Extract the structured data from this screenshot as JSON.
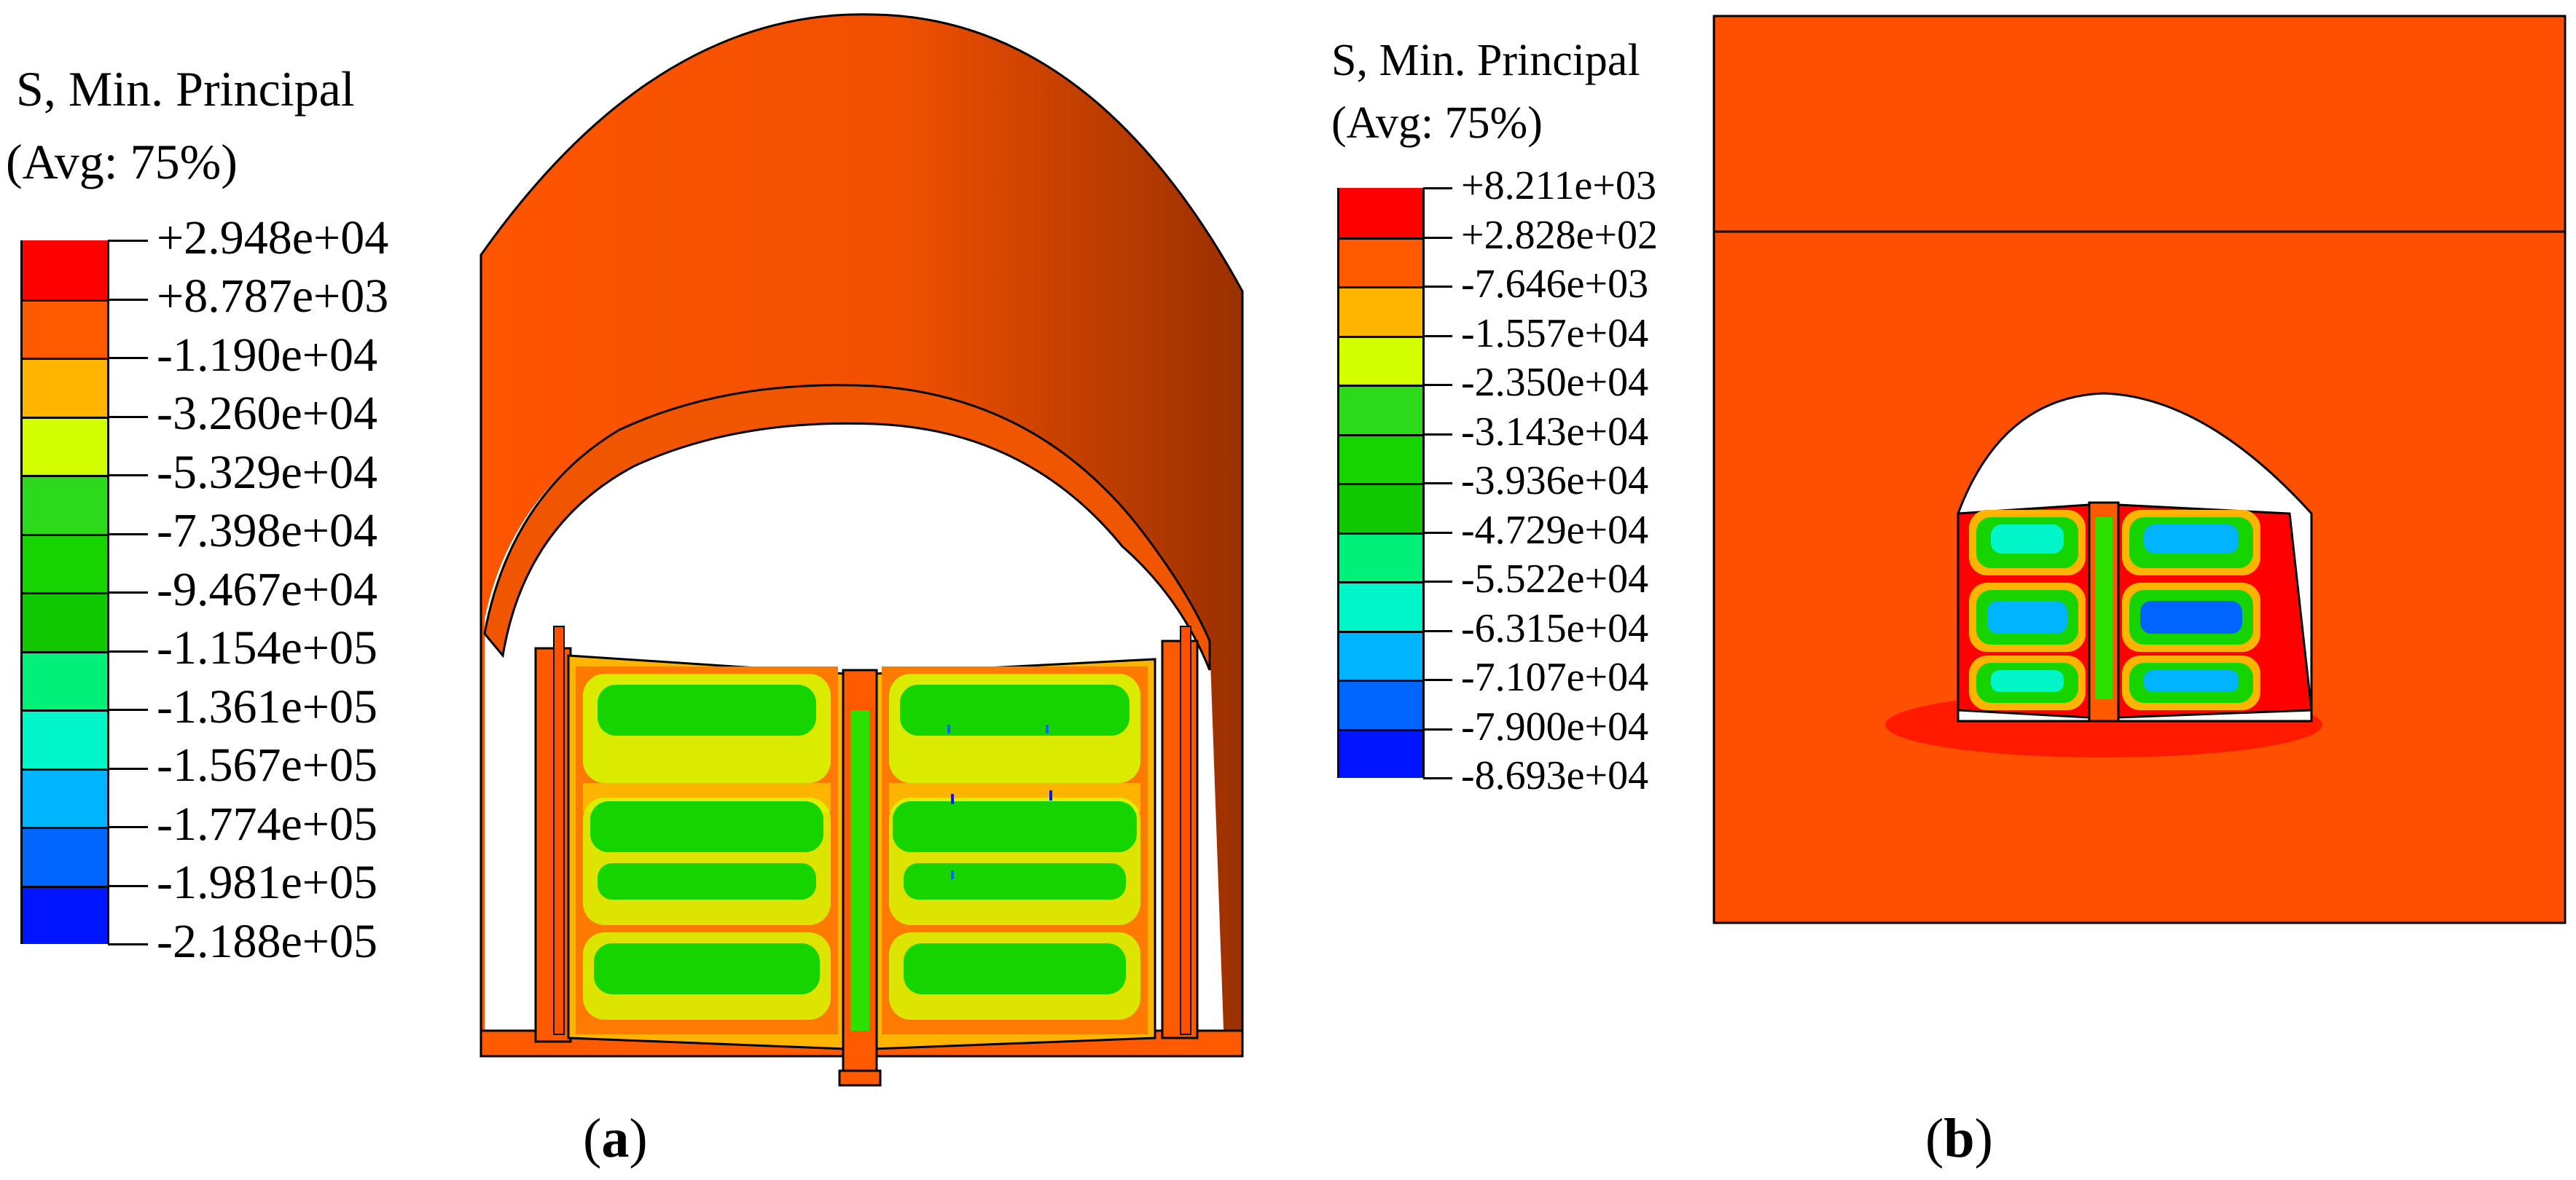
{
  "panel_a": {
    "legend": {
      "title": "S, Min. Principal",
      "subtitle": "(Avg: 75%)",
      "labels": [
        "+2.948e+04",
        "+8.787e+03",
        "-1.190e+04",
        "-3.260e+04",
        "-5.329e+04",
        "-7.398e+04",
        "-9.467e+04",
        "-1.154e+05",
        "-1.361e+05",
        "-1.567e+05",
        "-1.774e+05",
        "-1.981e+05",
        "-2.188e+05"
      ],
      "colors": [
        "#ff0000",
        "#ff5a00",
        "#ffb400",
        "#d4ff00",
        "#2cd91b",
        "#16d400",
        "#12c800",
        "#00f07a",
        "#00f5c8",
        "#00b4ff",
        "#0064ff",
        "#0014ff"
      ]
    },
    "caption_letter": "a"
  },
  "panel_b": {
    "legend": {
      "title": "S, Min. Principal",
      "subtitle": "(Avg: 75%)",
      "labels": [
        "+8.211e+03",
        "+2.828e+02",
        "-7.646e+03",
        "-1.557e+04",
        "-2.350e+04",
        "-3.143e+04",
        "-3.936e+04",
        "-4.729e+04",
        "-5.522e+04",
        "-6.315e+04",
        "-7.107e+04",
        "-7.900e+04",
        "-8.693e+04"
      ],
      "colors": [
        "#ff0000",
        "#ff5a00",
        "#ffb400",
        "#d4ff00",
        "#2cd91b",
        "#16d400",
        "#12c800",
        "#00f07a",
        "#00f5c8",
        "#00b4ff",
        "#0064ff",
        "#0014ff"
      ]
    },
    "caption_letter": "b"
  },
  "caption_open": "(",
  "caption_close": ")"
}
